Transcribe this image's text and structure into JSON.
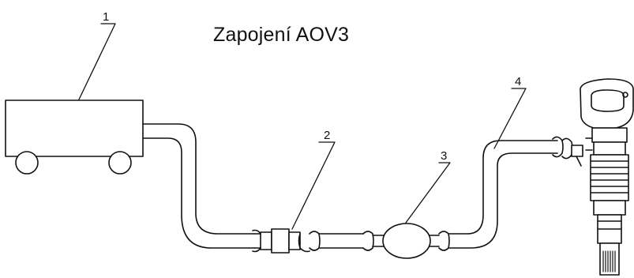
{
  "diagram": {
    "title": "Zapojení AOV3",
    "callouts": [
      {
        "number": "1",
        "part": "compressor-trolley"
      },
      {
        "number": "2",
        "part": "filter"
      },
      {
        "number": "3",
        "part": "lubricator"
      },
      {
        "number": "4",
        "part": "air-hose"
      }
    ]
  }
}
